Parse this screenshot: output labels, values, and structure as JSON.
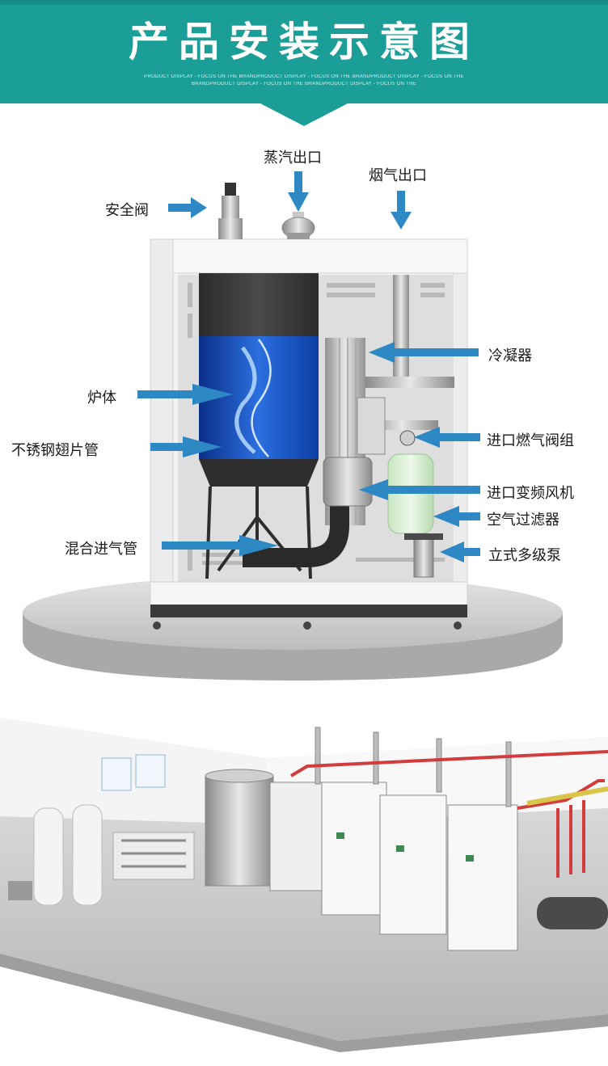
{
  "header": {
    "title": "产品安装示意图",
    "subtitle_line1": "PRODUCT DISPLAY - FOCUS ON THE BRANDPRODUCT DISPLAY - FOCUS ON THE BRANDPRODUCT DISPLAY - FOCUS ON THE",
    "subtitle_line2": "BRANDPRODUCT DISPLAY - FOCUS ON THE BRANDPRODUCT DISPLAY - FOCUS ON THE",
    "color": "#1b9e98"
  },
  "labels": {
    "safety_valve": "安全阀",
    "steam_outlet": "蒸汽出口",
    "flue_gas_outlet": "烟气出口",
    "condenser": "冷凝器",
    "furnace_body": "炉体",
    "stainless_fin_tube": "不锈钢翅片管",
    "gas_valve_group": "进口燃气阀组",
    "vfd_fan": "进口变频风机",
    "air_filter": "空气过滤器",
    "mixing_pipe": "混合进气管",
    "vertical_pump": "立式多级泵"
  },
  "colors": {
    "arrow": "#2d88c4",
    "teal": "#1b9e98",
    "cabinet": "#f1f1f1"
  }
}
